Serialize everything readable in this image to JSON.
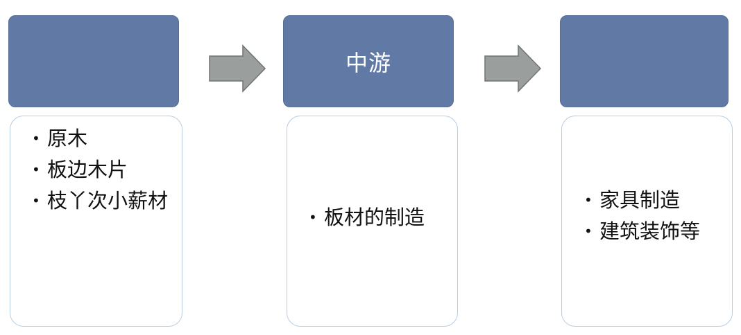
{
  "stages": [
    {
      "header": "",
      "items": [
        "原木",
        "板边木片",
        "枝丫次小薪材"
      ]
    },
    {
      "header": "中游",
      "items": [
        "板材的制造"
      ]
    },
    {
      "header": "",
      "items": [
        "家具制造",
        "建筑装饰等"
      ]
    }
  ],
  "colors": {
    "header_fill": "#6079a5",
    "content_border": "#b7cde3",
    "arrow_fill": "#9a9e9d"
  },
  "icons": [
    "right-arrow-icon",
    "right-arrow-icon"
  ]
}
